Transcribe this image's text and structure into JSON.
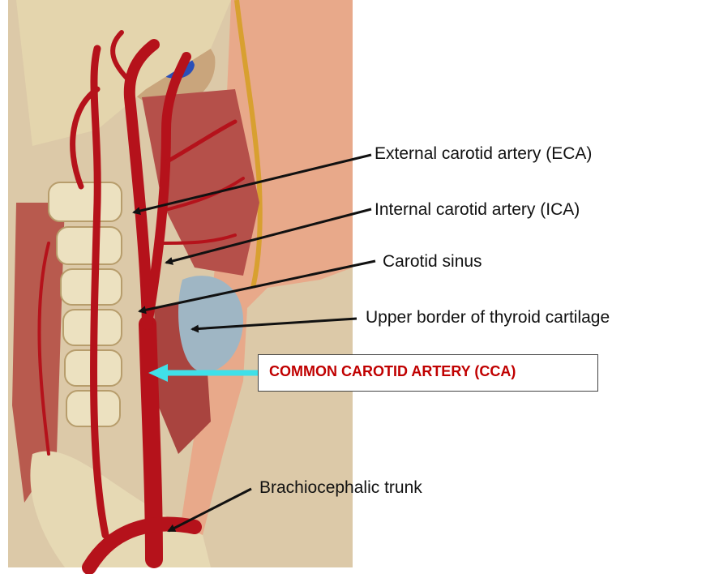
{
  "labels": {
    "eca": "External carotid artery (ECA)",
    "ica": "Internal  carotid artery (ICA)",
    "sinus": "Carotid sinus",
    "thyroid": "Upper border of thyroid cartilage",
    "cca": "COMMON CAROTID ARTERY (CCA)",
    "brachio": "Brachiocephalic trunk"
  },
  "colors": {
    "artery": "#b5121b",
    "skin": "#e8a98a",
    "bone": "#e9dcb8",
    "muscle": "#b5504a",
    "thyroid_cartilage": "#9fb6c4",
    "vein": "#2a4fb8",
    "highlight_arrow": "#40e0e8",
    "cca_text": "#c00000"
  }
}
